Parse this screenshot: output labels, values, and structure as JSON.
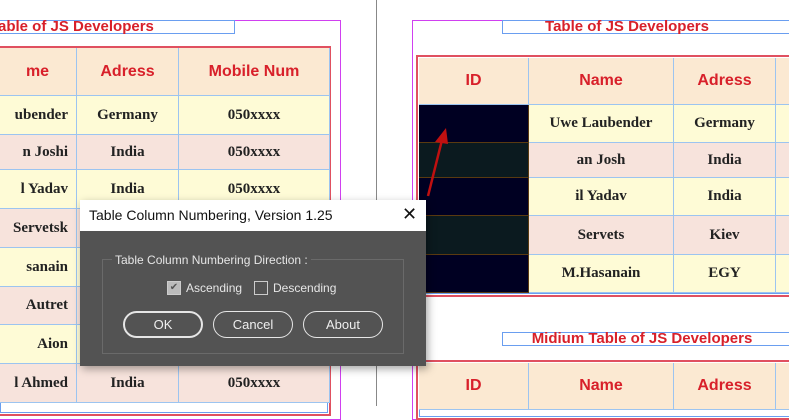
{
  "left_page": {
    "title": "able of JS Developers",
    "headers": [
      "me",
      "Adress",
      "Mobile Num"
    ],
    "rows": [
      [
        "ubender",
        "Germany",
        "050xxxx"
      ],
      [
        "n Joshi",
        "India",
        "050xxxx"
      ],
      [
        "l Yadav",
        "India",
        "050xxxx"
      ],
      [
        "Servetsk",
        "",
        ""
      ],
      [
        "sanain",
        "",
        ""
      ],
      [
        "Autret",
        "",
        ""
      ],
      [
        "Aion",
        "",
        ""
      ],
      [
        "l Ahmed",
        "India",
        "050xxxx"
      ]
    ]
  },
  "right_page": {
    "title": "Table of JS Developers",
    "headers": [
      "ID",
      "Name",
      "Adress"
    ],
    "rows": [
      [
        "",
        "Uwe Laubender",
        "Germany"
      ],
      [
        "",
        "an Josh",
        "India"
      ],
      [
        "",
        "il Yadav",
        "India"
      ],
      [
        "",
        "Servets",
        "Kiev"
      ],
      [
        "",
        "M.Hasanain",
        "EGY"
      ]
    ],
    "second_title": "Midium Table of JS Developers",
    "second_headers": [
      "ID",
      "Name",
      "Adress"
    ]
  },
  "dialog": {
    "title": "Table Column Numbering, Version 1.25",
    "group_label": "Table Column Numbering Direction :",
    "ascending": {
      "label": "Ascending",
      "checked": true
    },
    "descending": {
      "label": "Descending",
      "checked": false
    },
    "ok": "OK",
    "cancel": "Cancel",
    "about": "About"
  },
  "colors": {
    "accent": "#d8202a",
    "id_cell_dark": "#000022",
    "dialog_bg": "#535353"
  }
}
